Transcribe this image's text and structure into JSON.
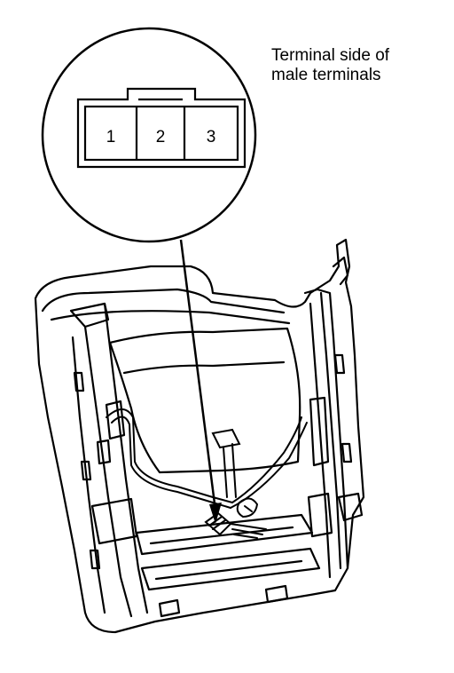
{
  "caption": {
    "line1": "Terminal side of",
    "line2": "male terminals"
  },
  "connector": {
    "pins": [
      "1",
      "2",
      "3"
    ]
  },
  "colors": {
    "ink": "#000000",
    "paper": "#ffffff"
  }
}
